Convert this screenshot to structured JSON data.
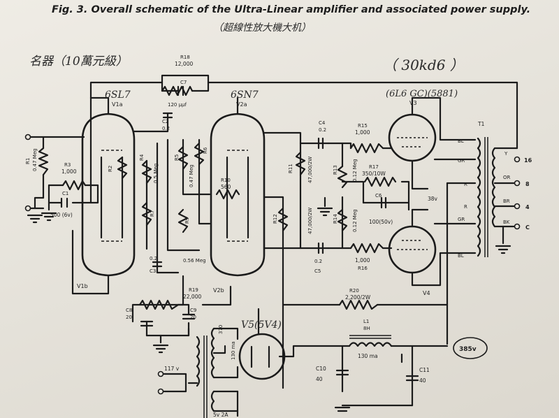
{
  "caption": "Fig. 3. Overall schematic of the Ultra-Linear amplifier and associated power supply.",
  "caption_cn": "（超線性放大機大机）",
  "note_left": "名器（10萬元級）",
  "note_right": "（ 30kd6 ）",
  "tubes": {
    "v1": "6SL7",
    "v1a": "V1a",
    "v1b": "V1b",
    "v2": "6SN7",
    "v2a": "V2a",
    "v2b": "V2b",
    "v3v4": "(6L6 GC)(5881)",
    "v3": "V3",
    "v4": "V4",
    "v5": "V5(5V4)"
  },
  "components": {
    "r18": "R18",
    "r18v": "12,000",
    "c7": "C7",
    "c7v": "120 μμf",
    "r1": "R1",
    "r1v": "0.47 Meg",
    "r3": "R3",
    "r3v": "1,000",
    "c1": "C1",
    "c1v": "500 (6v)",
    "r2": "R2",
    "c2": "C2",
    "c2v": "0.2",
    "r4": "R4",
    "r4v": "0.5 Meg",
    "r5": "R5",
    "r5v": "0.47 Meg",
    "r6": "R6",
    "r7": "R7",
    "r9": "R9",
    "r10": "R10",
    "r10v": "560",
    "c3": "C3",
    "c3v": "0.2",
    "r8v": "0.56 Meg",
    "c4": "C4",
    "c4v": "0.2",
    "r11": "R11",
    "r11v": "47,000/2W",
    "r12": "R12",
    "r12v": "47,000/2W",
    "r13": "R13",
    "r13v": "0.12 Meg",
    "r14": "R14",
    "r14v": "0.12 Meg",
    "c5": "C5",
    "c5v": "0.2",
    "r15": "R15",
    "r15v": "1,000",
    "r16": "R16",
    "r16v": "1,000",
    "r17": "R17",
    "r17v": "350/10W",
    "c6": "C6",
    "c6v": "100(50v)",
    "v38": "38v",
    "r19": "R19",
    "r19v": "22,000",
    "c8": "C8",
    "c8v": "20",
    "c9": "C9",
    "c9v": "20",
    "r20": "R20",
    "r20v": "2,200/2W",
    "l1": "L1",
    "l1v": "8H",
    "l1i": "130 ma",
    "c10": "C10",
    "c10v": "40",
    "c11": "C11",
    "c11v": "40",
    "t1": "T1",
    "b385": "385v",
    "ac": "117 v",
    "sec1": "370",
    "sec2": "130 ma",
    "fil": "5v 2A"
  },
  "transformer_taps": {
    "bl1": "BL",
    "gr1": "GR",
    "y": "Y",
    "r1": "R",
    "r2": "R",
    "gr2": "GR",
    "bl2": "BL",
    "or": "OR",
    "br": "BR",
    "bk": "BK"
  },
  "outputs": [
    "16",
    "8",
    "4",
    "C"
  ]
}
